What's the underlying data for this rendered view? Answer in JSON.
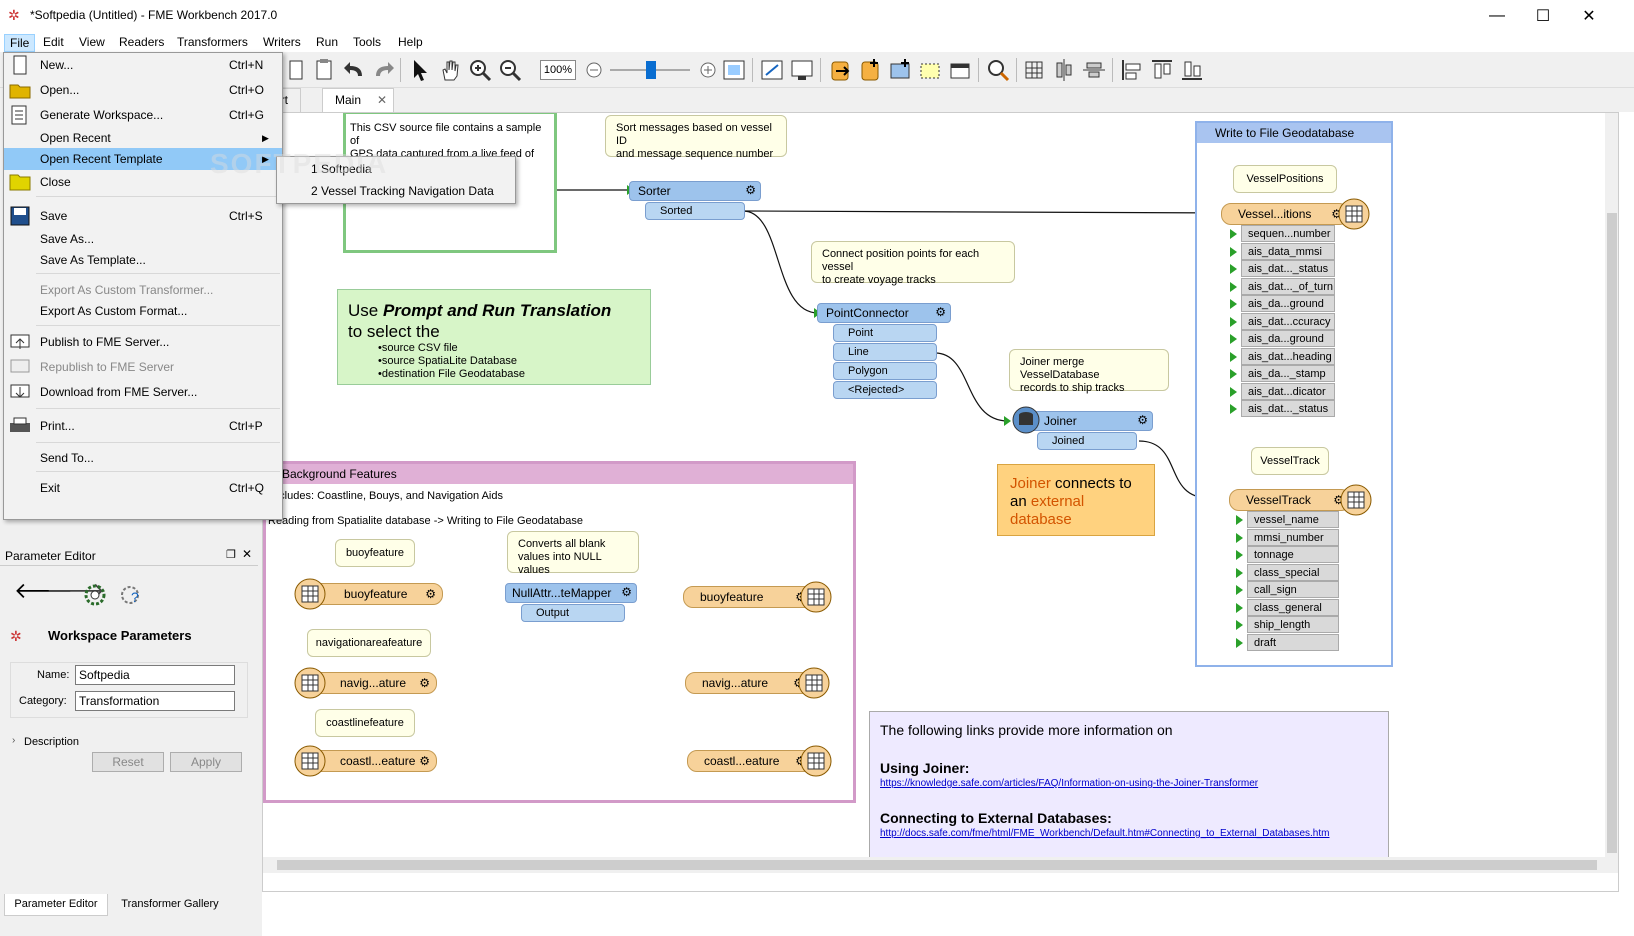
{
  "window": {
    "title": "*Softpedia (Untitled) - FME Workbench 2017.0"
  },
  "menubar": [
    "File",
    "Edit",
    "View",
    "Readers",
    "Transformers",
    "Writers",
    "Run",
    "Tools",
    "Help"
  ],
  "toolbar": {
    "zoom": "100%"
  },
  "tabs": [
    "art",
    "Main"
  ],
  "file_menu": {
    "items": [
      {
        "label": "New...",
        "shortcut": "Ctrl+N"
      },
      {
        "label": "Open...",
        "shortcut": "Ctrl+O"
      },
      {
        "label": "Generate Workspace...",
        "shortcut": "Ctrl+G"
      },
      {
        "label": "Open Recent",
        "shortcut": ""
      },
      {
        "label": "Open Recent Template",
        "shortcut": ""
      },
      {
        "label": "Close",
        "shortcut": ""
      },
      {
        "label": "Save",
        "shortcut": "Ctrl+S"
      },
      {
        "label": "Save As...",
        "shortcut": ""
      },
      {
        "label": "Save As Template...",
        "shortcut": ""
      },
      {
        "label": "Export As Custom Transformer...",
        "shortcut": ""
      },
      {
        "label": "Export As Custom Format...",
        "shortcut": ""
      },
      {
        "label": "Publish to FME Server...",
        "shortcut": ""
      },
      {
        "label": "Republish to FME Server",
        "shortcut": ""
      },
      {
        "label": "Download from FME Server...",
        "shortcut": ""
      },
      {
        "label": "Print...",
        "shortcut": "Ctrl+P"
      },
      {
        "label": "Send To...",
        "shortcut": ""
      },
      {
        "label": "Exit",
        "shortcut": "Ctrl+Q"
      }
    ],
    "submenu": [
      "1 Softpedia",
      "2 Vessel Tracking  Navigation Data"
    ]
  },
  "watermark": "SOFTPEDIA",
  "param_editor": {
    "title": "Parameter Editor",
    "section": "Workspace Parameters",
    "name_label": "Name:",
    "name_value": "Softpedia",
    "category_label": "Category:",
    "category_value": "Transformation",
    "description": "Description",
    "reset": "Reset",
    "apply": "Apply",
    "bottom_tabs": [
      "Parameter Editor",
      "Transformer Gallery"
    ]
  },
  "canvas": {
    "csv_note": [
      "This CSV source file contains a sample of",
      "GPS data captured from a live feed of"
    ],
    "sorter_note": [
      "Sort messages based on vessel ID",
      "and message sequence number"
    ],
    "sorter": {
      "name": "Sorter",
      "port": "Sorted"
    },
    "pointconn_note": [
      "Connect position points for each vessel",
      "to create voyage tracks"
    ],
    "pointconnector": {
      "name": "PointConnector",
      "ports": [
        "Point",
        "Line",
        "Polygon",
        "<Rejected>"
      ]
    },
    "joiner_note": [
      "Joiner merge VesselDatabase",
      "records to ship tracks"
    ],
    "joiner": {
      "name": "Joiner",
      "port": "Joined"
    },
    "prompt_note": {
      "line1a": "Use ",
      "line1b": "Prompt and Run Translation",
      "line2": "to select the",
      "bullets": [
        "source CSV file",
        "source SpatiaLite Database",
        "destination File Geodatabase"
      ]
    },
    "joiner_connects": [
      "Joiner",
      " connects to",
      "an ",
      "external",
      "database"
    ],
    "write_bookmark": "Write to File Geodatabase",
    "vesselpositions_label": "VesselPositions",
    "vesselpositions": {
      "name": "Vessel...itions",
      "attrs": [
        "sequen...number",
        "ais_data_mmsi",
        "ais_dat..._status",
        "ais_dat..._of_turn",
        "ais_da...ground",
        "ais_dat...ccuracy",
        "ais_da...ground",
        "ais_dat...heading",
        "ais_da..._stamp",
        "ais_dat...dicator",
        "ais_dat..._status"
      ]
    },
    "vesseltrack_label": "VesselTrack",
    "vesseltrack": {
      "name": "VesselTrack",
      "attrs": [
        "vessel_name",
        "mmsi_number",
        "tonnage",
        "class_special",
        "call_sign",
        "class_general",
        "ship_length",
        "draft"
      ]
    },
    "bg_bookmark": "Background Features",
    "bg_includes": "Includes:  Coastline, Bouys, and Navigation Aids",
    "bg_reading": "Reading from Spatialite database -> Writing to File Geodatabase",
    "buoy_label": "buoyfeature",
    "buoy_reader": "buoyfeature",
    "null_note": [
      "Converts all blank",
      "values into NULL values"
    ],
    "nullmapper": {
      "name": "NullAttr...teMapper",
      "port": "Output"
    },
    "buoy_writer": "buoyfeature",
    "nav_label": "navigationareafeature",
    "nav_reader": "navig...ature",
    "nav_writer": "navig...ature",
    "coast_label": "coastlinefeature",
    "coast_reader": "coastl...eature",
    "coast_writer": "coastl...eature",
    "links": {
      "intro": "The following links provide more information on",
      "h1": "Using Joiner:",
      "u1": "https://knowledge.safe.com/articles/FAQ/Information-on-using-the-Joiner-Transformer",
      "h2": "Connecting to External Databases:",
      "u2": "http://docs.safe.com/fme/html/FME_Workbench/Default.htm#Connecting_to_External_Databases.htm"
    }
  }
}
